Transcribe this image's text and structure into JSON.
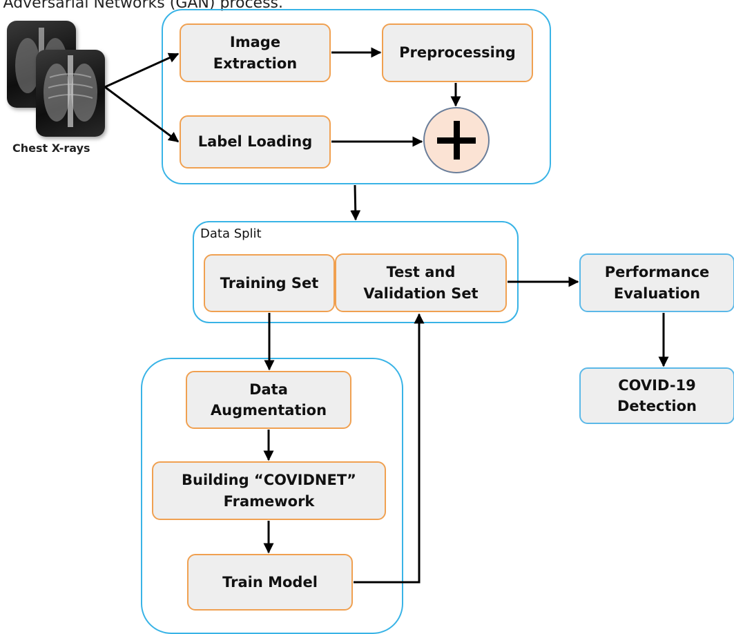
{
  "caption": "e Adversarial Networks (GAN) process.",
  "inputs": {
    "xray_label": "Chest X-rays",
    "xray_icon": "chest-xray-image"
  },
  "extraction_group": {
    "image_extraction": "Image\nExtraction",
    "preprocessing": "Preprocessing",
    "label_loading": "Label Loading",
    "combine_icon": "plus-icon"
  },
  "data_split": {
    "title": "Data Split",
    "training_set": "Training Set",
    "test_validation_set": "Test and\nValidation Set"
  },
  "training_group": {
    "data_augmentation": "Data\nAugmentation",
    "building_framework": "Building “COVIDNET”\nFramework",
    "train_model": "Train Model"
  },
  "outputs": {
    "performance_evaluation": "Performance\nEvaluation",
    "covid_detection": "COVID-19\nDetection"
  },
  "colors": {
    "group_border": "#38b3e6",
    "orange_border": "#f0a050",
    "node_fill": "#eeeeee",
    "plus_fill": "#fbe3d4"
  }
}
